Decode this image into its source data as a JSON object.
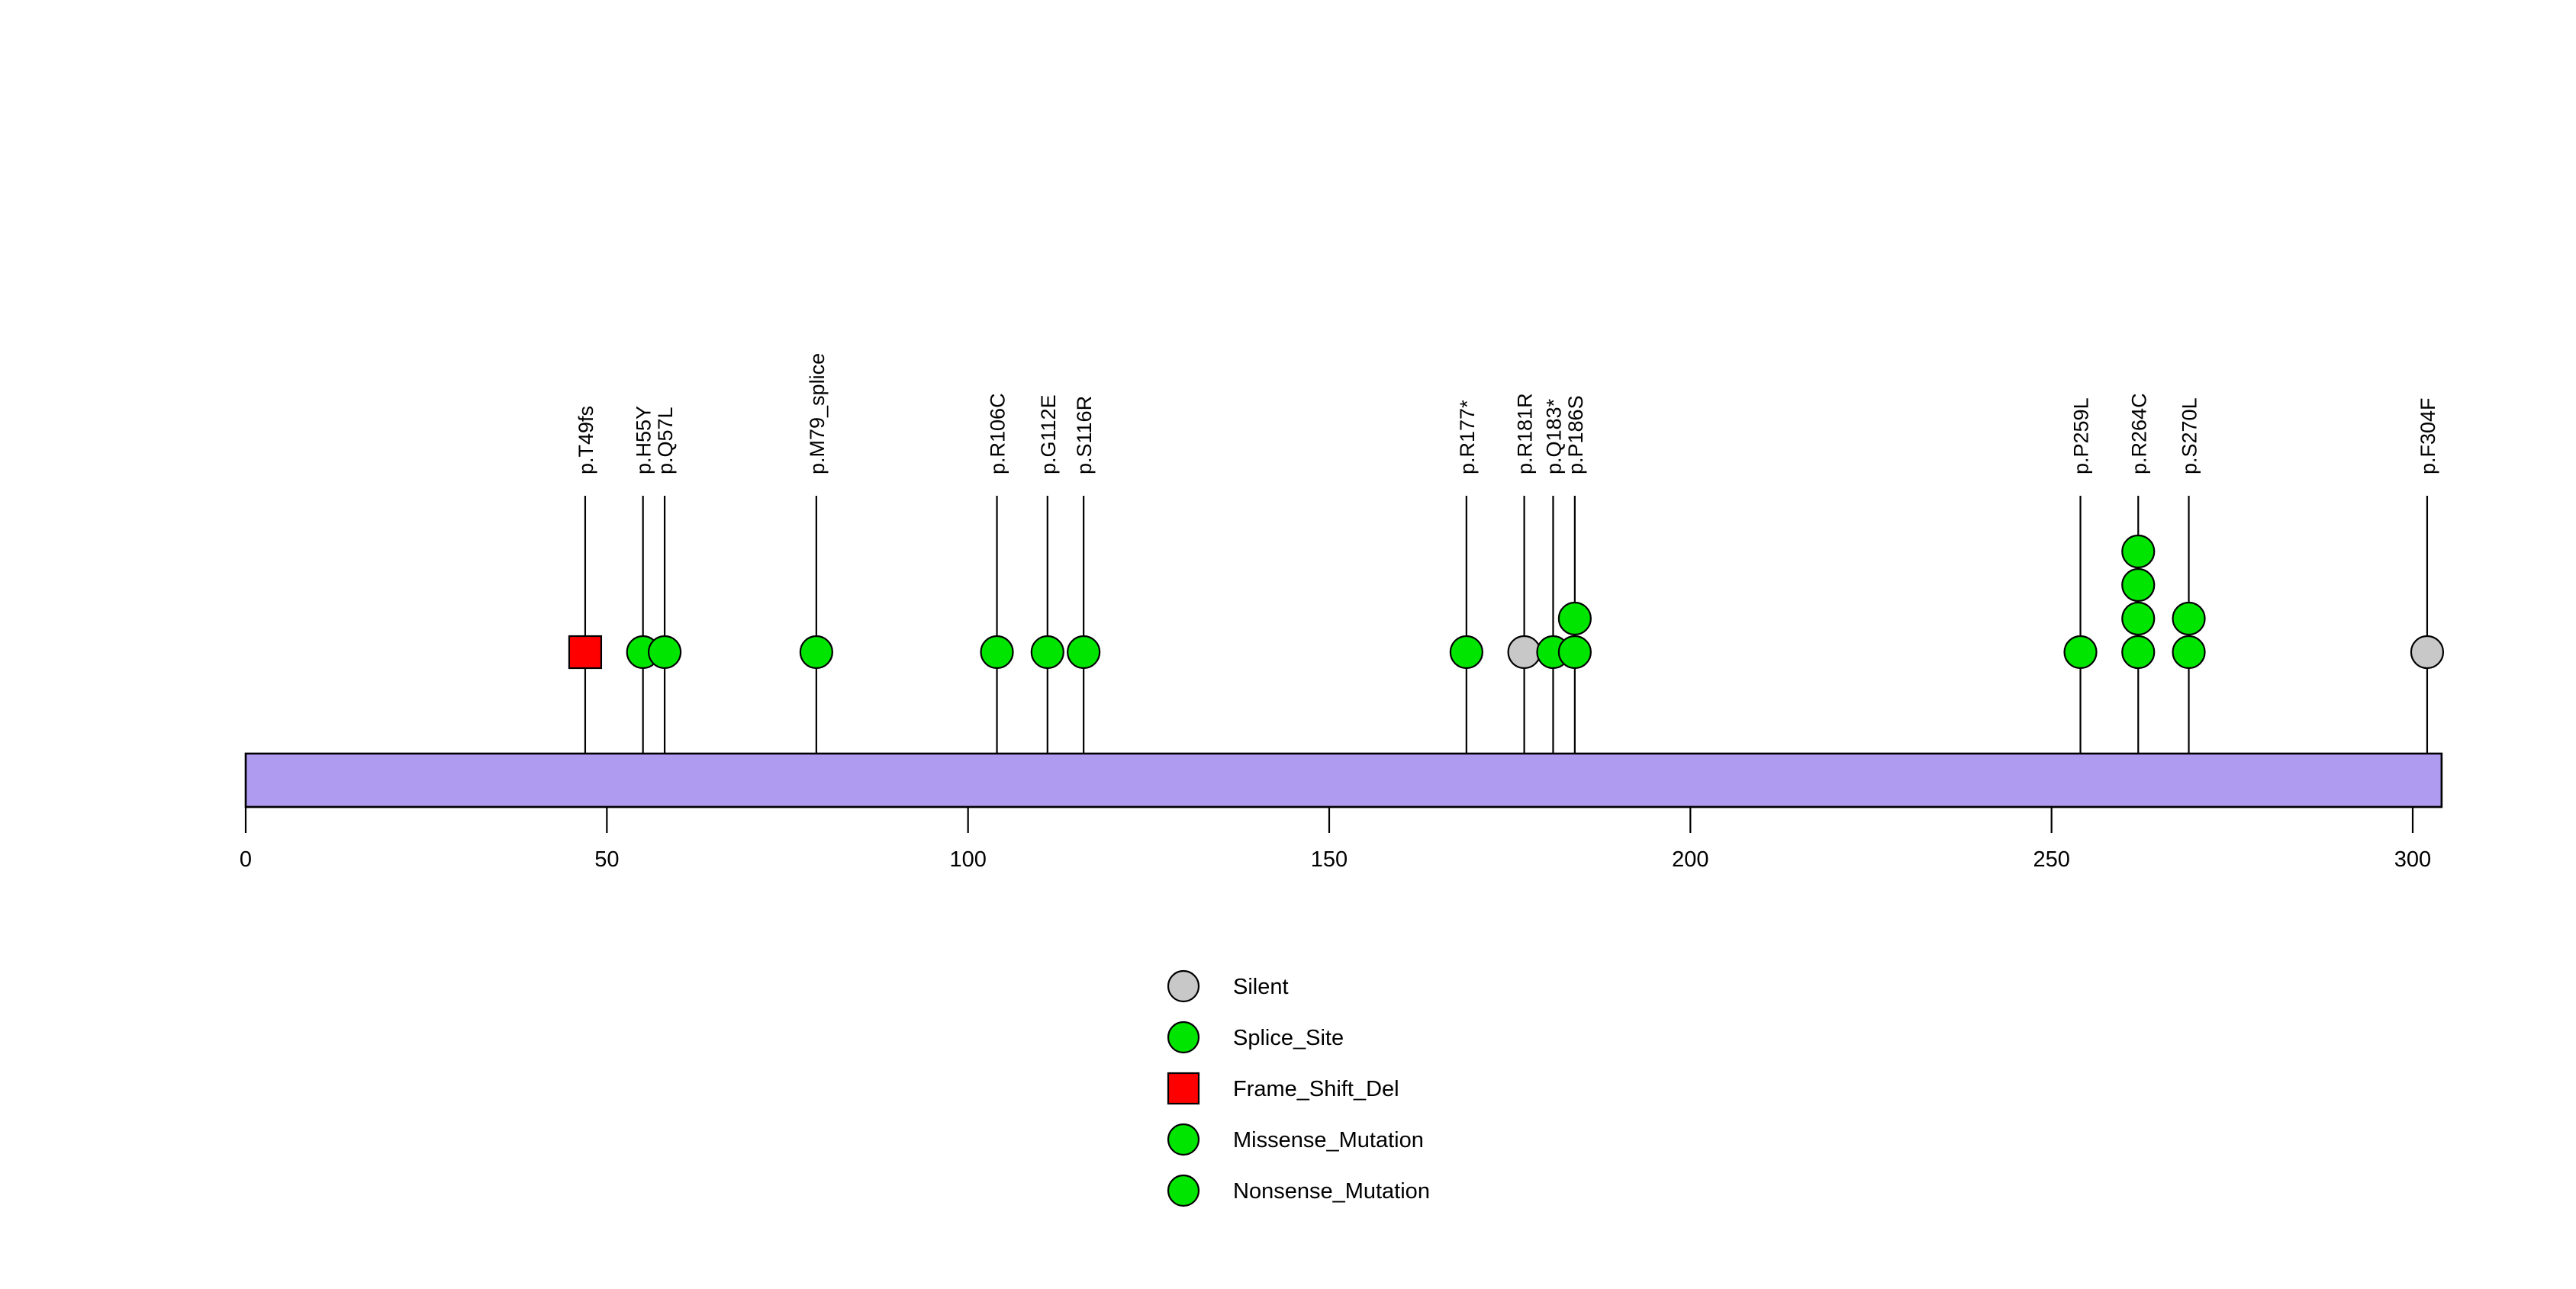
{
  "chart_data": {
    "type": "lollipop",
    "title": "",
    "subtitle": "",
    "xlabel": "",
    "ylabel": "",
    "xlim": [
      0,
      304
    ],
    "grid": false,
    "legend_position": "bottom-center",
    "protein": {
      "length": 304,
      "bar_color": "#AF9BF0",
      "bar_border": "#000000",
      "start": 0,
      "end": 304
    },
    "axis": {
      "ticks": [
        0,
        50,
        100,
        150,
        200,
        250,
        300
      ],
      "tick_labels": [
        "0",
        "50",
        "100",
        "150",
        "200",
        "250",
        "300"
      ]
    },
    "mutations": [
      {
        "label": "p.T49fs",
        "position": 47,
        "count": 1,
        "shape": "square",
        "color": "#FF0000",
        "type": "Frame_Shift_Del"
      },
      {
        "label": "p.H55Y",
        "position": 55,
        "count": 1,
        "shape": "circle",
        "color": "#00E500",
        "type": "Missense_Mutation"
      },
      {
        "label": "p.Q57L",
        "position": 58,
        "count": 1,
        "shape": "circle",
        "color": "#00E500",
        "type": "Missense_Mutation"
      },
      {
        "label": "p.M79_splice",
        "position": 79,
        "count": 1,
        "shape": "circle",
        "color": "#00E500",
        "type": "Splice_Site"
      },
      {
        "label": "p.R106C",
        "position": 104,
        "count": 1,
        "shape": "circle",
        "color": "#00E500",
        "type": "Missense_Mutation"
      },
      {
        "label": "p.G112E",
        "position": 111,
        "count": 1,
        "shape": "circle",
        "color": "#00E500",
        "type": "Missense_Mutation"
      },
      {
        "label": "p.S116R",
        "position": 116,
        "count": 1,
        "shape": "circle",
        "color": "#00E500",
        "type": "Missense_Mutation"
      },
      {
        "label": "p.R177*",
        "position": 169,
        "count": 1,
        "shape": "circle",
        "color": "#00E500",
        "type": "Nonsense_Mutation"
      },
      {
        "label": "p.R181R",
        "position": 177,
        "count": 1,
        "shape": "circle",
        "color": "#C8C8C8",
        "type": "Silent"
      },
      {
        "label": "p.Q183*",
        "position": 181,
        "count": 1,
        "shape": "circle",
        "color": "#00E500",
        "type": "Nonsense_Mutation"
      },
      {
        "label": "p.P186S",
        "position": 184,
        "count": 2,
        "shape": "circle",
        "color": "#00E500",
        "type": "Missense_Mutation"
      },
      {
        "label": "p.P259L",
        "position": 254,
        "count": 1,
        "shape": "circle",
        "color": "#00E500",
        "type": "Missense_Mutation"
      },
      {
        "label": "p.R264C",
        "position": 262,
        "count": 4,
        "shape": "circle",
        "color": "#00E500",
        "type": "Missense_Mutation"
      },
      {
        "label": "p.S270L",
        "position": 269,
        "count": 2,
        "shape": "circle",
        "color": "#00E500",
        "type": "Missense_Mutation"
      },
      {
        "label": "p.F304F",
        "position": 302,
        "count": 1,
        "shape": "circle",
        "color": "#C8C8C8",
        "type": "Silent"
      }
    ],
    "legend": [
      {
        "label": "Silent",
        "shape": "circle",
        "color": "#C8C8C8"
      },
      {
        "label": "Splice_Site",
        "shape": "circle",
        "color": "#00E500"
      },
      {
        "label": "Frame_Shift_Del",
        "shape": "square",
        "color": "#FF0000"
      },
      {
        "label": "Missense_Mutation",
        "shape": "circle",
        "color": "#00E500"
      },
      {
        "label": "Nonsense_Mutation",
        "shape": "circle",
        "color": "#00E500"
      }
    ]
  }
}
